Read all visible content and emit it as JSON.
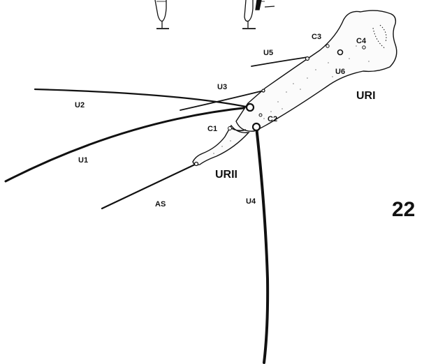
{
  "figure": {
    "number": "22",
    "segments": {
      "uri": "URI",
      "urii": "URII"
    },
    "setae": {
      "u1": "U1",
      "u2": "U2",
      "u3": "U3",
      "u4": "U4",
      "u5": "U5",
      "u6": "U6",
      "as": "AS"
    },
    "campaniform": {
      "c1": "C1",
      "c2": "C2",
      "c3": "C3",
      "c4": "C4"
    }
  },
  "colors": {
    "ink": "#111111",
    "paper": "#ffffff"
  }
}
